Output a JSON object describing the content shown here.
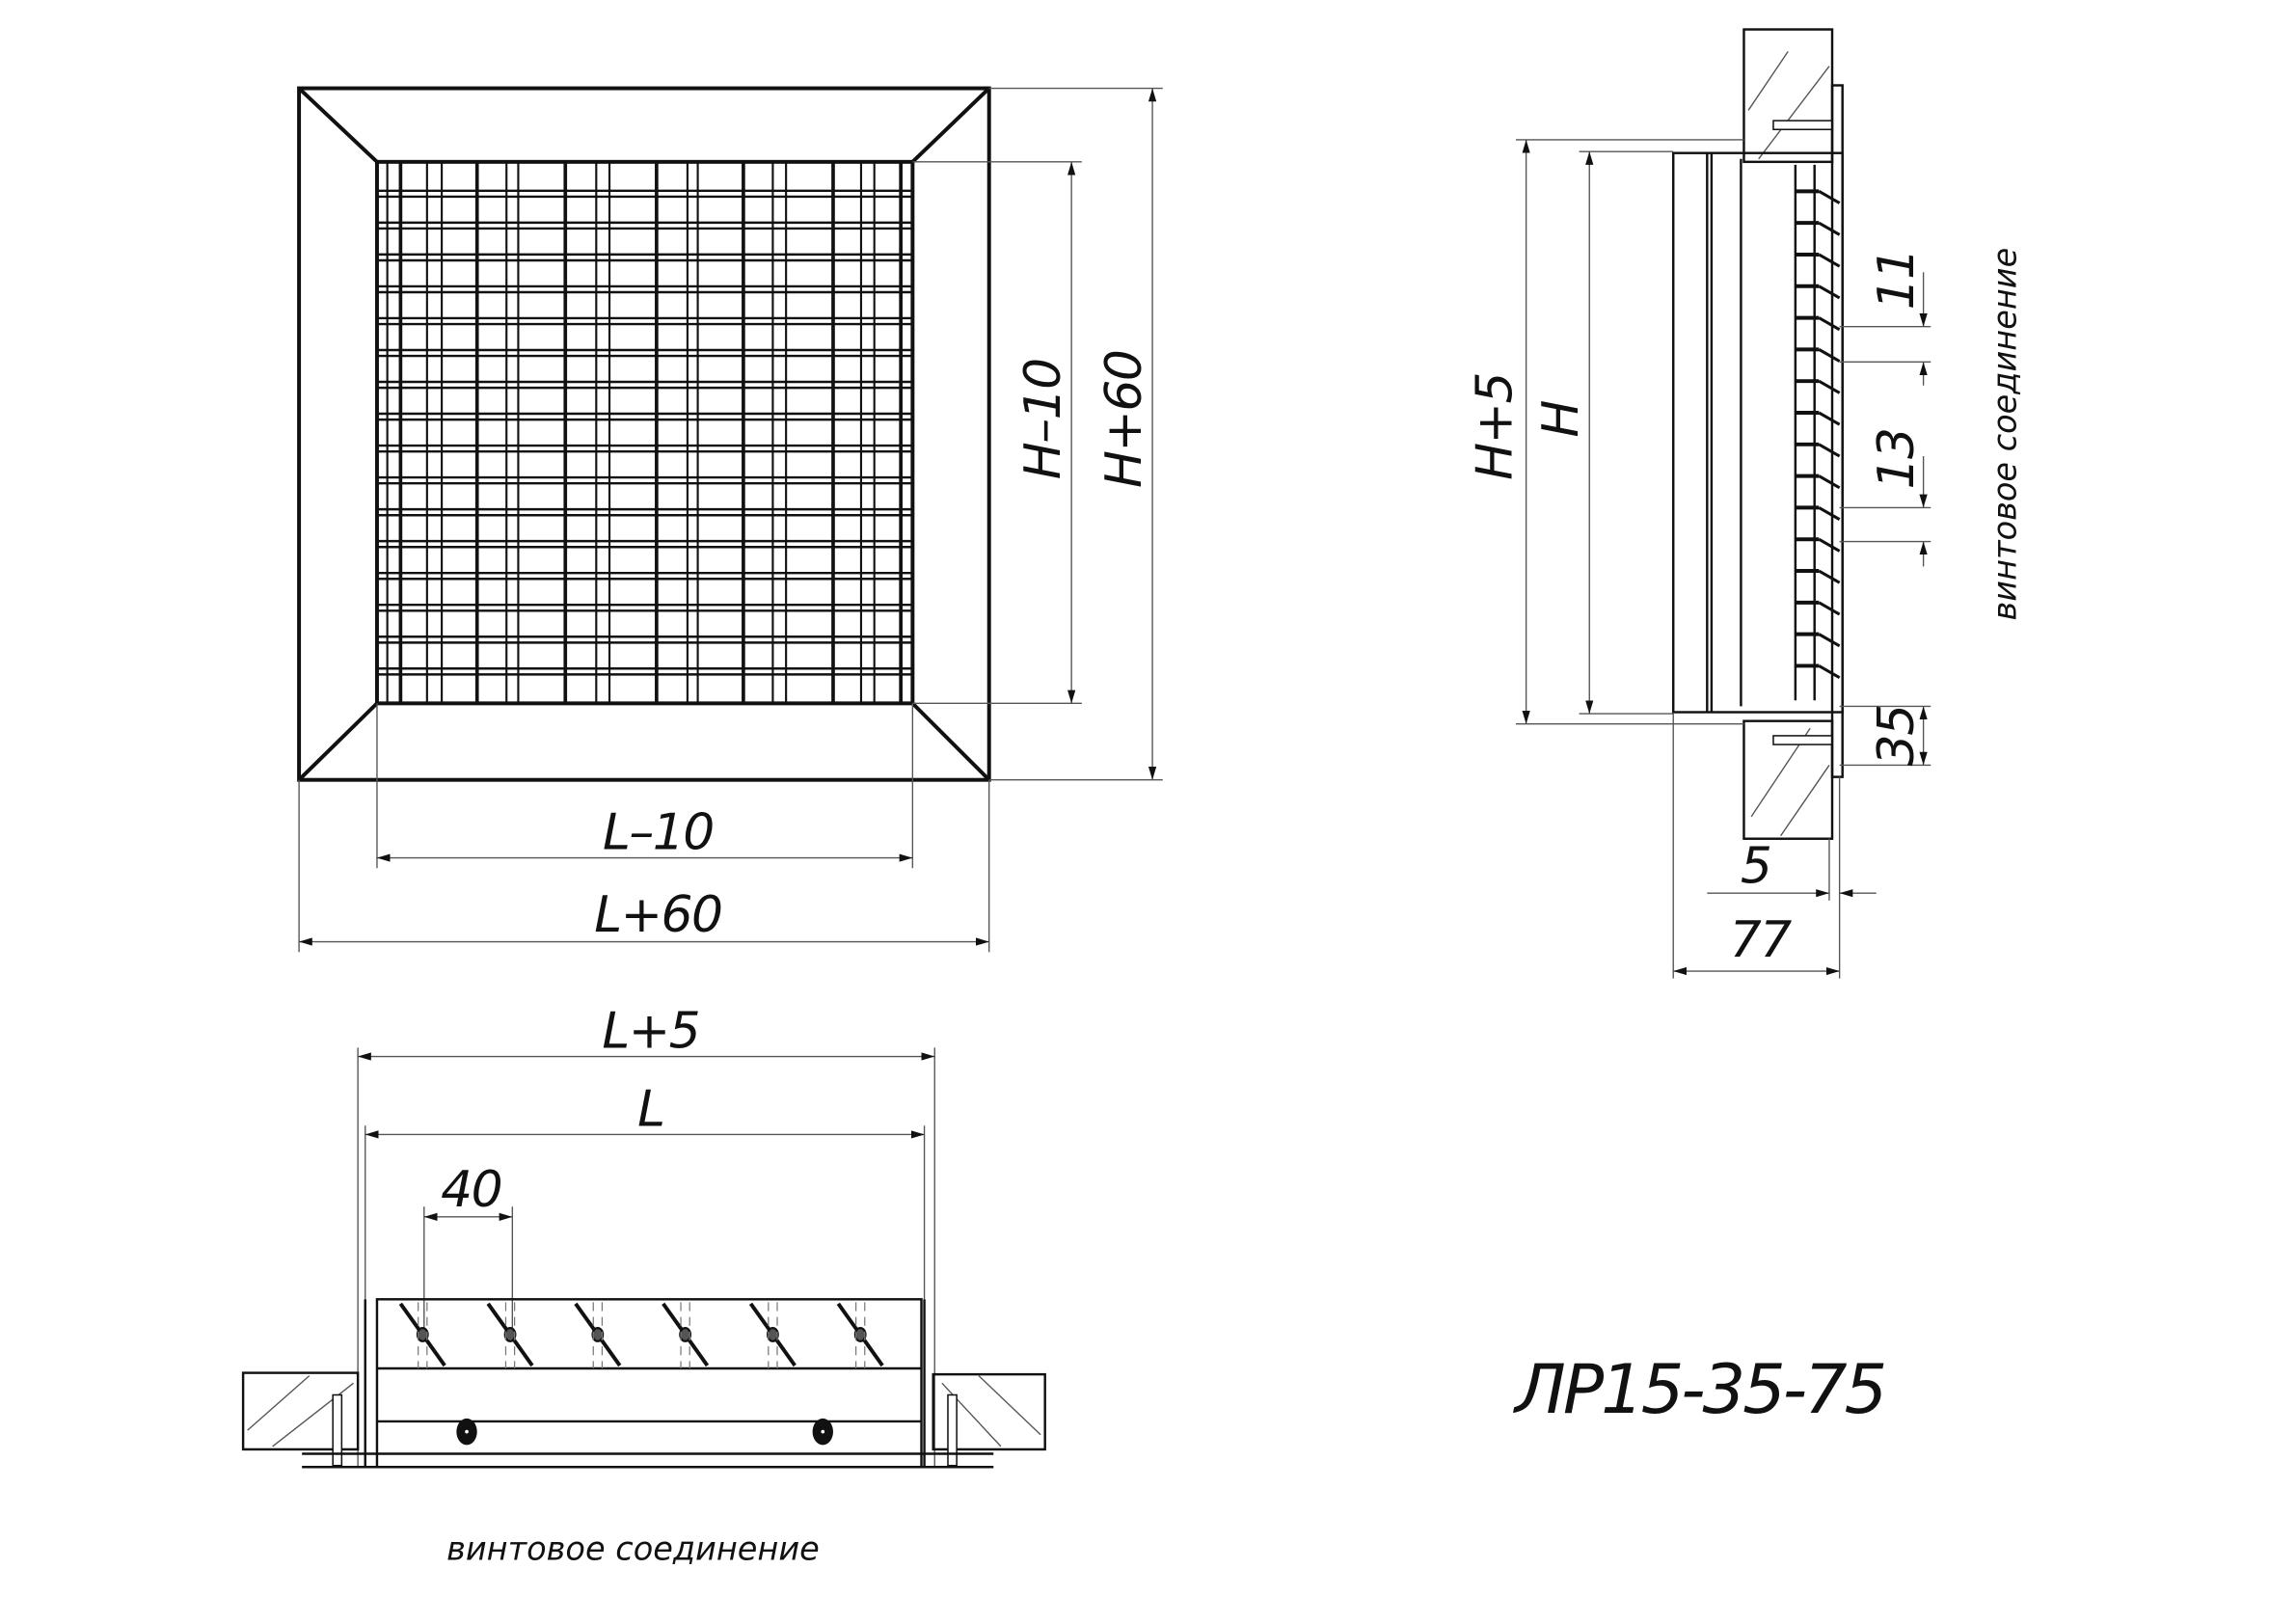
{
  "front_view": {
    "dim_width_inner": "L–10",
    "dim_width_outer": "L+60",
    "dim_height_inner": "H–10",
    "dim_height_outer": "H+60"
  },
  "side_view": {
    "dim_height_frame": "H+5",
    "dim_height": "H",
    "dim_blade_gap": "11",
    "dim_blade_pitch": "13",
    "dim_flange": "35",
    "dim_offset": "5",
    "dim_depth": "77",
    "note": "винтовое соединение"
  },
  "section_view": {
    "dim_width_frame": "L+5",
    "dim_width": "L",
    "dim_blade_pitch": "40",
    "note": "винтовое соединение"
  },
  "model_label": "ЛР15-35-75"
}
